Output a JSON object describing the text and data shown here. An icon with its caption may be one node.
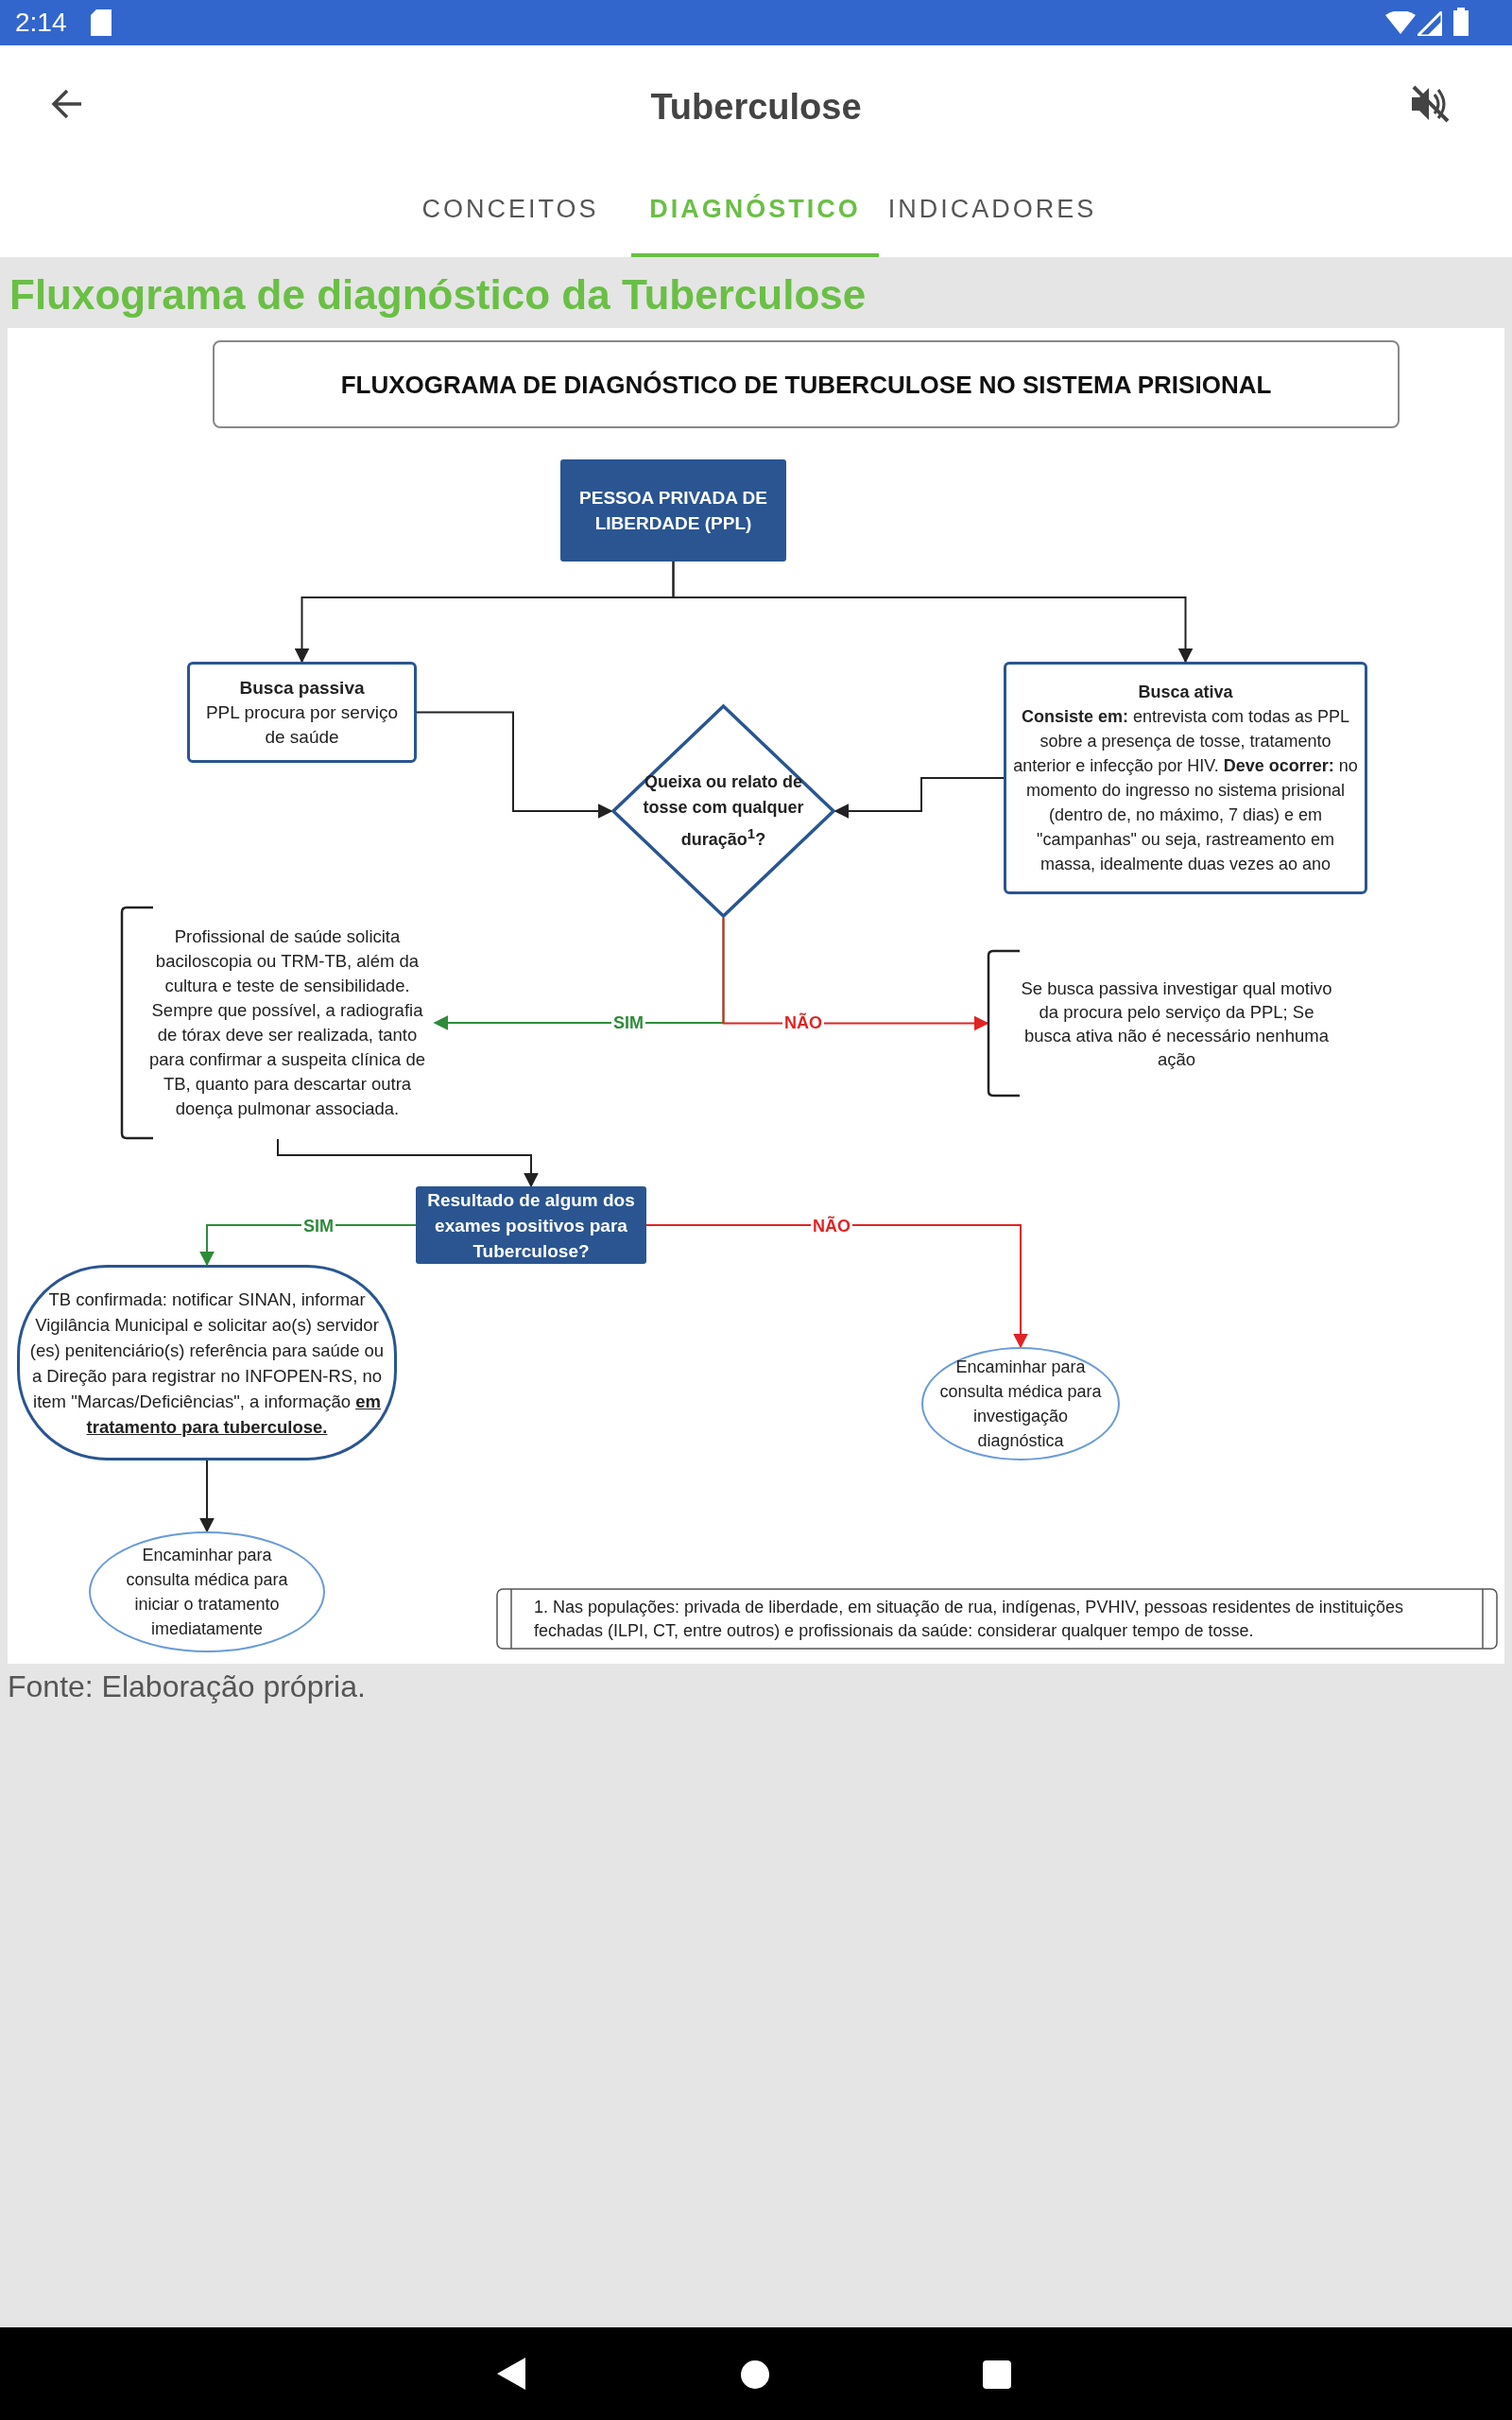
{
  "diagram": {
    "title": "Fluxograma de diagnóstico da Tuberculose",
    "caption": "Fonte: Elaboração própria.",
    "nodes": [
      {
        "text": [
          "FLUXOGRAMA DE DIAGNÓSTICO DE TUBERCULOSE NO SISTEMA PRISIONAL"
        ]
      },
      {
        "text": [
          "PESSOA PRIVADA DE LIBERDADE (PPL)"
        ]
      },
      {
        "text": [
          "Busca passiva",
          "PPL procura por serviço de saúde"
        ]
      },
      {
        "text": [
          "Busca ativa",
          "**Consiste em:** entrevista com todas as PPL sobre a presença de tosse, tratamento anterior e infecção por HIV. **Deve ocorrer:** no momento do ingresso no sistema prisional (dentro de, no máximo, 7 dias) e em \"campanhas\" ou seja, rastreamento em massa, idealmente duas vezes ao ano"
        ]
      },
      {
        "text": [
          "Queixa ou relato de tosse com qualquer duração$^{1}$?"
        ]
      },
      {
        "text": [
          "Profissional de saúde solicita baciloscopia ou TRM-TB, além da cultura e teste de sensibilidade. Sempre que possível, a radiografia de tórax deve ser realizada, tanto para confirmar a suspeita clínica de TB, quanto para descartar outra doença pulmonar associada."
        ]
      },
      {
        "text": [
          "Se busca passiva investigar qual motivo da procura pelo serviço da PPL; Se busca ativa não é necessário nenhuma ação"
        ]
      },
      {
        "text": [
          "Resultado de algum dos exames positivos para Tuberculose?"
        ]
      },
      {
        "text": [
          "TB confirmada: notificar SINAN, informar Vigilância Municipal e solicitar ao(s) servidor (es) penitenciário(s) referência para saúde ou a Direção para registrar no INFOPEN-RS, no item \"Marcas/Deficiências\", a informação **em tratamento para tuberculose.**"
        ]
      },
      {
        "text": [
          "Encaminhar para consulta médica para investigação diagnóstica"
        ]
      },
      {
        "text": [
          "Encaminhar para consulta médica para iniciar o tratamento imediatamente"
        ]
      },
      {
        "text": [
          "1. Nas populações: privada de liberdade, em situação de rua, indígenas, PVHIV, pessoas residentes de instituições fechadas (ILPI, CT, entre outros) e profissionais da saúde: considerar qualquer tempo de tosse."
        ]
      }
    ],
    "edges": [
      {
        "from": 1,
        "to": 2,
        "arrow": "to"
      },
      {
        "from": 1,
        "to": 3,
        "arrow": "to"
      },
      {
        "from": 2,
        "to": 4,
        "arrow": "to"
      },
      {
        "from": 3,
        "to": 4,
        "arrow": "to"
      },
      {
        "from": 4,
        "to": 5,
        "arrow": "to",
        "label": "SIM",
        "color": "#2e8b3a"
      },
      {
        "from": 4,
        "to": 6,
        "arrow": "to",
        "label": "NÃO",
        "color": "#e02424"
      },
      {
        "from": 5,
        "to": 7,
        "arrow": "to"
      },
      {
        "from": 7,
        "to": 8,
        "arrow": "to",
        "label": "SIM",
        "color": "#2e8b3a"
      },
      {
        "from": 7,
        "to": 9,
        "arrow": "to",
        "label": "NÃO",
        "color": "#e02424"
      },
      {
        "from": 8,
        "to": 10,
        "arrow": "to"
      }
    ],
    "labels": [
      "2:14",
      "Tuberculose",
      "CONCEITOS",
      "DIAGNÓSTICO",
      "INDICADORES"
    ]
  }
}
